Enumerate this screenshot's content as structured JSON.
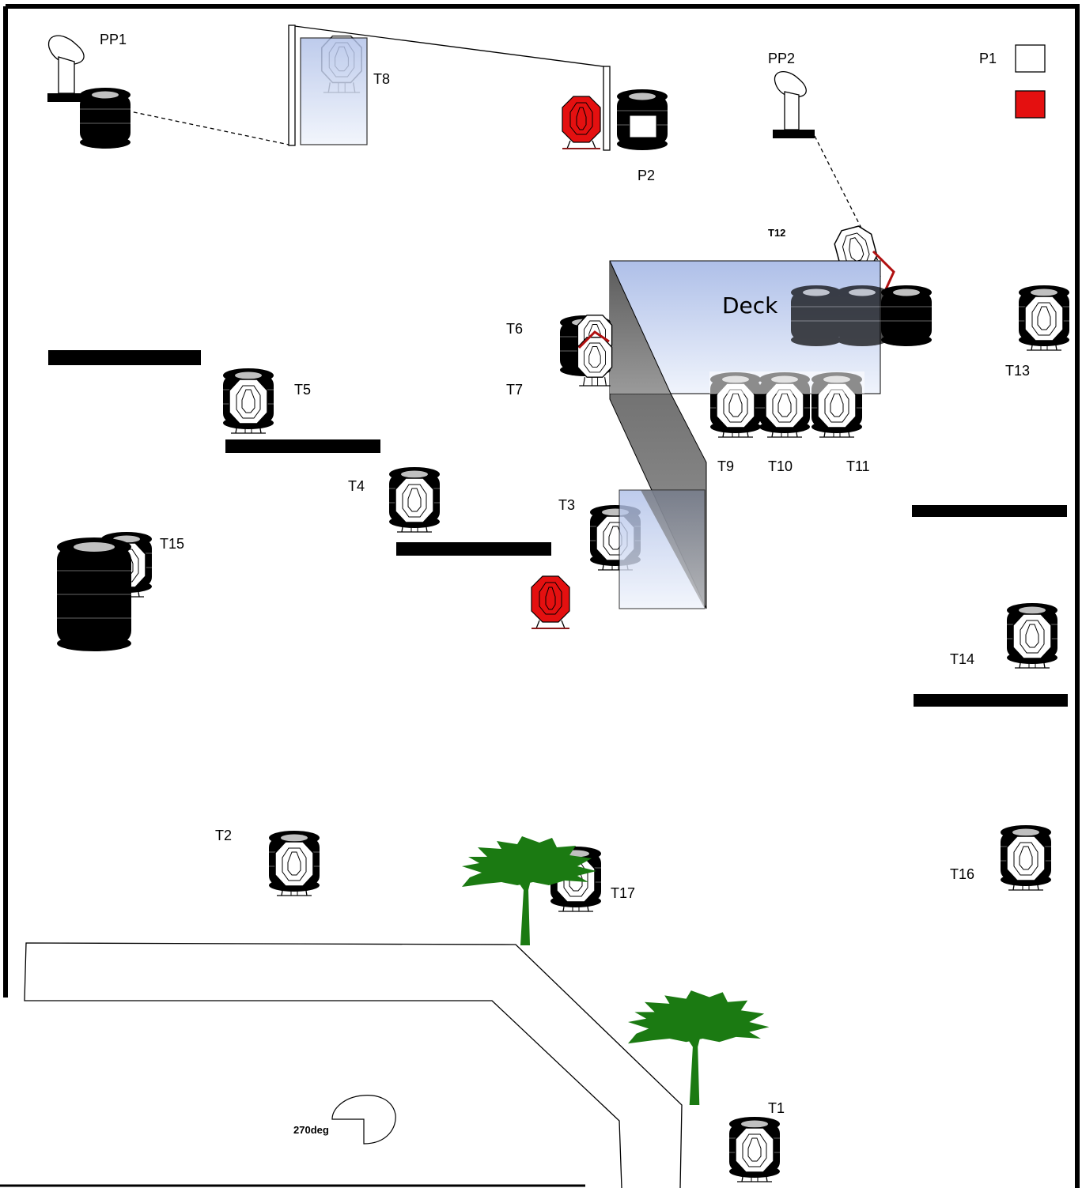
{
  "labels": {
    "pp1": "PP1",
    "pp2": "PP2",
    "p1": "P1",
    "p2": "P2",
    "deck": "Deck",
    "t1": "T1",
    "t2": "T2",
    "t3": "T3",
    "t4": "T4",
    "t5": "T5",
    "t6": "T6",
    "t7": "T7",
    "t8": "T8",
    "t9": "T9",
    "t10": "T10",
    "t11": "T11",
    "t12": "T12",
    "t13": "T13",
    "t14": "T14",
    "t15": "T15",
    "t16": "T16",
    "t17": "T17",
    "rotation": "270deg"
  },
  "colors": {
    "popper_red": "#e41010",
    "tree_green": "#1b7a12",
    "barrier": "#000000",
    "glass": "#c5d5ef"
  },
  "icons": {
    "barrel": "tire-stack-icon",
    "target": "paper-target-icon",
    "popper": "steel-popper-icon",
    "tree": "tree-icon",
    "shooting_position": "shooting-position-icon"
  }
}
